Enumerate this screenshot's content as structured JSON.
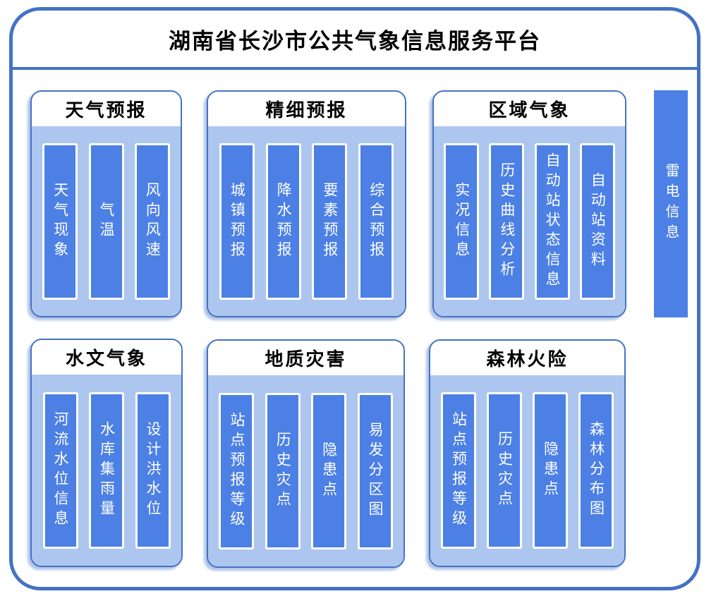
{
  "title": "湖南省长沙市公共气象信息服务平台",
  "groups": [
    {
      "title": "天气预报",
      "items": [
        "天气现象",
        "气温",
        "风向风速"
      ]
    },
    {
      "title": "精细预报",
      "items": [
        "城镇预报",
        "降水预报",
        "要素预报",
        "综合预报"
      ]
    },
    {
      "title": "区域气象",
      "items": [
        "实况信息",
        "历史曲线分析",
        "自动站状态信息",
        "自动站资料"
      ]
    },
    {
      "title": "水文气象",
      "items": [
        "河流水位信息",
        "水库集雨量",
        "设计洪水位"
      ]
    },
    {
      "title": "地质灾害",
      "items": [
        "站点预报等级",
        "历史灾点",
        "隐患点",
        "易发分区图"
      ]
    },
    {
      "title": "森林火险",
      "items": [
        "站点预报等级",
        "历史灾点",
        "隐患点",
        "森林分布图"
      ]
    }
  ],
  "side_bar": {
    "label": "雷电信息"
  },
  "colors": {
    "frame_border": "#4472C4",
    "group_body": "#ACC6EF",
    "bar_fill": "#4C80E4",
    "bar_text": "#FFFFFF",
    "title_text": "#000000"
  }
}
